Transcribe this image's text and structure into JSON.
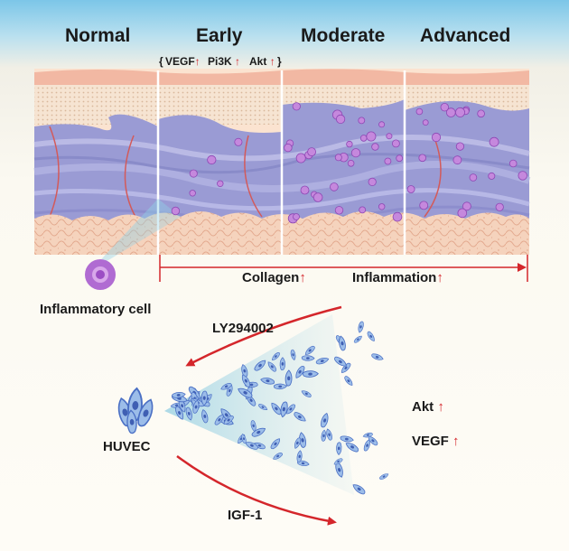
{
  "stages": [
    "Normal",
    "Early",
    "Moderate",
    "Advanced"
  ],
  "markers": {
    "vegf": "VEGF",
    "pi3k": "Pi3K",
    "akt": "Akt",
    "up_arrow": "↑"
  },
  "progression": {
    "collagen": "Collagen",
    "inflammation": "Inflammation"
  },
  "legend": {
    "cell_label": "Inflammatory cell"
  },
  "lower": {
    "inhibitor": "LY294002",
    "cell_line": "HUVEC",
    "stimulus": "IGF-1",
    "akt": "Akt",
    "vegf": "VEGF"
  },
  "colors": {
    "sky": "#7cc6e8",
    "epidermis": "#f0b9a5",
    "dermis": "#8f8fce",
    "fat": "#f4d0b8",
    "inflammatory_cell": "#b56bd2",
    "arrow_red": "#d4262b",
    "huvec": "#4f74c8"
  }
}
